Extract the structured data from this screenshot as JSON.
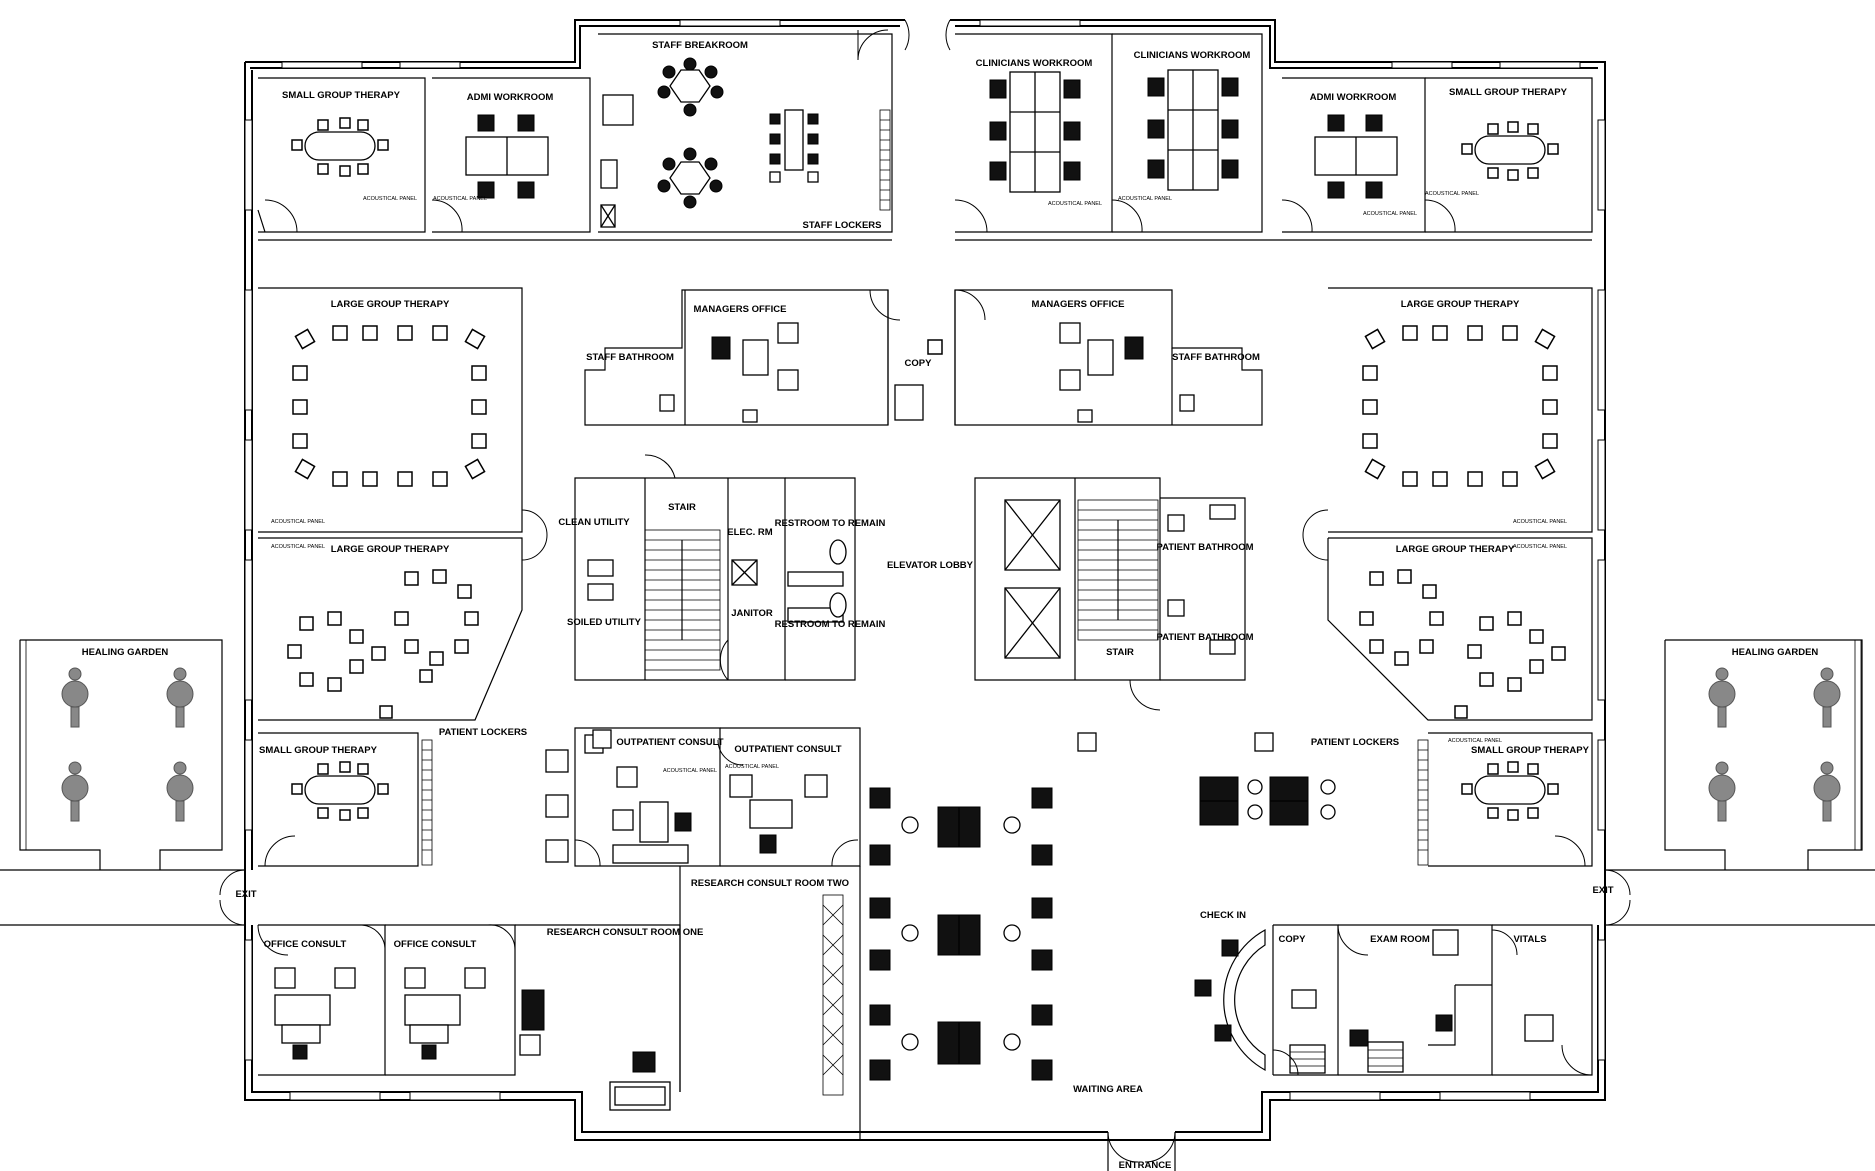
{
  "rooms": {
    "small_group_therapy_nw": "SMALL GROUP THERAPY",
    "admi_workroom_w": "ADMI WORKROOM",
    "staff_breakroom": "STAFF BREAKROOM",
    "staff_lockers": "STAFF LOCKERS",
    "clinicians_workroom_1": "CLINICIANS WORKROOM",
    "clinicians_workroom_2": "CLINICIANS WORKROOM",
    "admi_workroom_e": "ADMI WORKROOM",
    "small_group_therapy_ne": "SMALL GROUP THERAPY",
    "large_group_therapy_w1": "LARGE GROUP THERAPY",
    "large_group_therapy_w2": "LARGE GROUP THERAPY",
    "large_group_therapy_e1": "LARGE GROUP THERAPY",
    "large_group_therapy_e2": "LARGE GROUP THERAPY",
    "staff_bathroom_w": "STAFF BATHROOM",
    "staff_bathroom_e": "STAFF BATHROOM",
    "managers_office_w": "MANAGERS OFFICE",
    "managers_office_e": "MANAGERS OFFICE",
    "copy_center": "COPY",
    "clean_utility": "CLEAN UTILITY",
    "soiled_utility": "SOILED UTILITY",
    "stair_w": "STAIR",
    "elec_rm": "ELEC. RM",
    "janitor": "JANITOR",
    "restroom_1": "RESTROOM TO REMAIN",
    "restroom_2": "RESTROOM TO REMAIN",
    "elevator_lobby": "ELEVATOR LOBBY",
    "patient_bathroom_1": "PATIENT BATHROOM",
    "patient_bathroom_2": "PATIENT BATHROOM",
    "stair_e": "STAIR",
    "healing_garden_w": "HEALING GARDEN",
    "healing_garden_e": "HEALING GARDEN",
    "patient_lockers_w": "PATIENT LOCKERS",
    "patient_lockers_e": "PATIENT LOCKERS",
    "small_group_therapy_sw": "SMALL GROUP THERAPY",
    "small_group_therapy_se": "SMALL GROUP THERAPY",
    "outpatient_consult_1": "OUTPATIENT CONSULT",
    "outpatient_consult_2": "OUTPATIENT CONSULT",
    "research_consult_two": "RESEARCH CONSULT ROOM TWO",
    "research_consult_one": "RESEARCH CONSULT ROOM ONE",
    "office_consult_1": "OFFICE CONSULT",
    "office_consult_2": "OFFICE CONSULT",
    "check_in": "CHECK IN",
    "copy_se": "COPY",
    "exam_room": "EXAM ROOM",
    "vitals": "VITALS",
    "waiting_area": "WAITING AREA",
    "entrance": "ENTRANCE",
    "exit_w": "EXIT",
    "exit_e": "EXIT"
  },
  "notes": {
    "acoustical_panel": "ACOUSTICAL PANEL"
  }
}
